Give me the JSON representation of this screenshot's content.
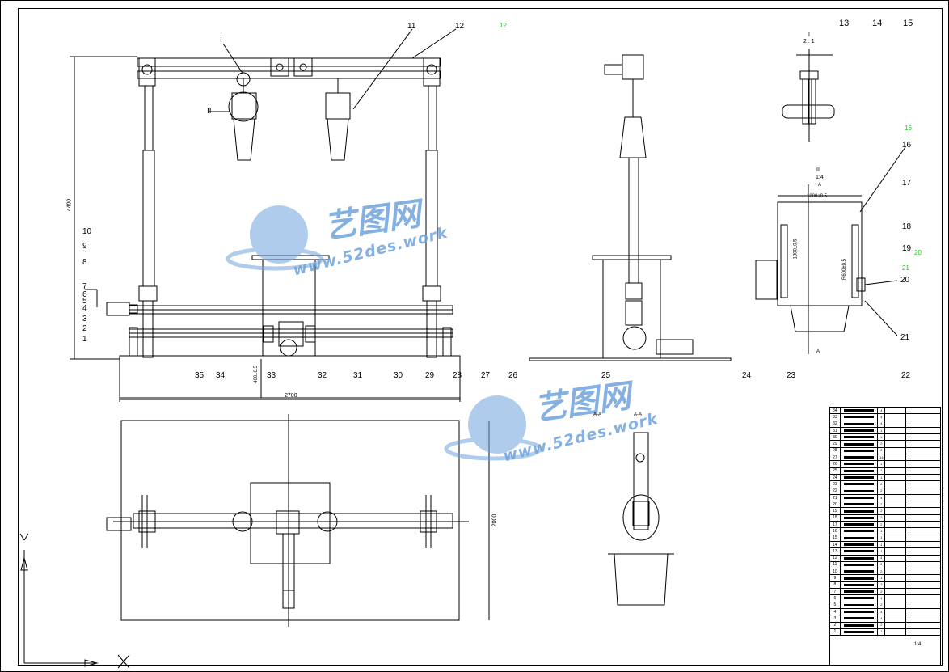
{
  "watermark": {
    "brand_cn": "艺图网",
    "url": "www.52des.work",
    "color": "#6fa3dd"
  },
  "dimensions": {
    "height_main": "4400",
    "width_main": "2700",
    "base_height": "400±0.5",
    "plan_depth": "2000",
    "detail_width": "1800±0.5",
    "detail_side": "1800±0.5",
    "detail_r": "R600±0.5"
  },
  "section_marks": {
    "roman_1": "I",
    "roman_2": "II",
    "view_1_title": "I",
    "view_1_scale": "2 : 1",
    "view_2_title": "II",
    "view_2_scale": "1:4",
    "view_2_sub": "A",
    "section_aa": "A-A",
    "arrow_a": "A"
  },
  "balloons": {
    "front_left": [
      "10",
      "9",
      "8",
      "7",
      "6",
      "5",
      "4",
      "3",
      "2",
      "1"
    ],
    "front_bottom": [
      "35",
      "34",
      "33",
      "32",
      "31",
      "30",
      "29",
      "28",
      "27",
      "26",
      "25",
      "24",
      "23",
      "22"
    ],
    "top_right": [
      "13",
      "14",
      "15"
    ],
    "detail": [
      "16",
      "17",
      "18",
      "19",
      "20",
      "21"
    ],
    "leader_top": [
      "11",
      "12"
    ],
    "green_small": [
      "12",
      "16",
      "20",
      "21"
    ]
  },
  "bom": {
    "rows": [
      {
        "n": "34",
        "t": "",
        "q": "4",
        "m": "",
        "s": ""
      },
      {
        "n": "33",
        "t": "",
        "q": "4",
        "m": "",
        "s": ""
      },
      {
        "n": "32",
        "t": "",
        "q": "4",
        "m": "",
        "s": ""
      },
      {
        "n": "31",
        "t": "",
        "q": "1",
        "m": "",
        "s": ""
      },
      {
        "n": "30",
        "t": "",
        "q": "1",
        "m": "",
        "s": ""
      },
      {
        "n": "29",
        "t": "",
        "q": "2",
        "m": "",
        "s": ""
      },
      {
        "n": "28",
        "t": "",
        "q": "2",
        "m": "",
        "s": ""
      },
      {
        "n": "27",
        "t": "",
        "q": "14",
        "m": "",
        "s": ""
      },
      {
        "n": "26",
        "t": "",
        "q": "1",
        "m": "",
        "s": ""
      },
      {
        "n": "25",
        "t": "",
        "q": "1",
        "m": "",
        "s": ""
      },
      {
        "n": "24",
        "t": "",
        "q": "1",
        "m": "",
        "s": ""
      },
      {
        "n": "23",
        "t": "",
        "q": "2",
        "m": "",
        "s": ""
      },
      {
        "n": "22",
        "t": "",
        "q": "2",
        "m": "",
        "s": ""
      },
      {
        "n": "21",
        "t": "",
        "q": "4",
        "m": "",
        "s": ""
      },
      {
        "n": "20",
        "t": "",
        "q": "2",
        "m": "",
        "s": ""
      },
      {
        "n": "19",
        "t": "",
        "q": "2",
        "m": "",
        "s": ""
      },
      {
        "n": "18",
        "t": "",
        "q": "2",
        "m": "",
        "s": ""
      },
      {
        "n": "17",
        "t": "",
        "q": "2",
        "m": "",
        "s": ""
      },
      {
        "n": "16",
        "t": "",
        "q": "1",
        "m": "",
        "s": ""
      },
      {
        "n": "15",
        "t": "",
        "q": "1",
        "m": "",
        "s": ""
      },
      {
        "n": "14",
        "t": "",
        "q": "1",
        "m": "",
        "s": ""
      },
      {
        "n": "13",
        "t": "",
        "q": "1",
        "m": "",
        "s": ""
      },
      {
        "n": "12",
        "t": "",
        "q": "4",
        "m": "",
        "s": ""
      },
      {
        "n": "11",
        "t": "",
        "q": "2",
        "m": "",
        "s": ""
      },
      {
        "n": "10",
        "t": "",
        "q": "2",
        "m": "",
        "s": ""
      },
      {
        "n": "9",
        "t": "",
        "q": "1",
        "m": "",
        "s": ""
      },
      {
        "n": "8",
        "t": "",
        "q": "2",
        "m": "",
        "s": ""
      },
      {
        "n": "7",
        "t": "",
        "q": "2",
        "m": "",
        "s": ""
      },
      {
        "n": "6",
        "t": "",
        "q": "4",
        "m": "",
        "s": ""
      },
      {
        "n": "5",
        "t": "",
        "q": "2",
        "m": "",
        "s": ""
      },
      {
        "n": "4",
        "t": "",
        "q": "4",
        "m": "",
        "s": ""
      },
      {
        "n": "3",
        "t": "",
        "q": "4",
        "m": "",
        "s": ""
      },
      {
        "n": "2",
        "t": "",
        "q": "2",
        "m": "",
        "s": ""
      },
      {
        "n": "1",
        "t": "",
        "q": "1",
        "m": "",
        "s": ""
      }
    ],
    "title_scale": "1:4"
  },
  "colors": {
    "line": "#000000",
    "green": "#1fc81f",
    "watermark": "#6fa3dd"
  }
}
